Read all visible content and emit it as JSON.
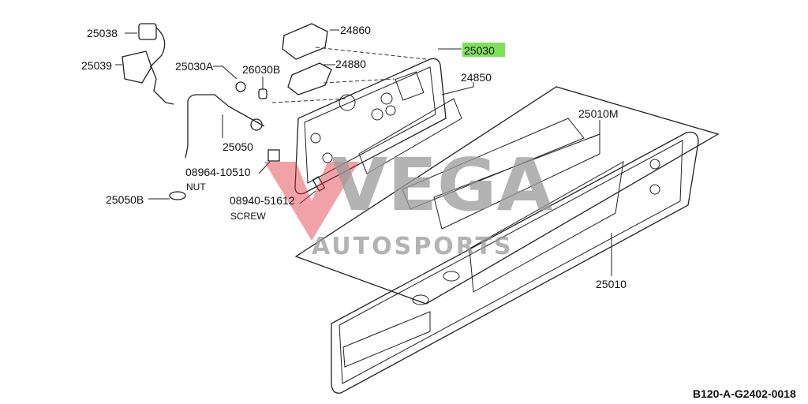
{
  "diagram": {
    "part_labels": {
      "p25038": "25038",
      "p25039": "25039",
      "p25030A": "25030A",
      "p26030B": "26030B",
      "p24860": "24860",
      "p24880": "24880",
      "p25030": "25030",
      "p24850": "24850",
      "p25010M": "25010M",
      "p25050": "25050",
      "p08964": "08964-10510",
      "nut": "NUT",
      "p25050B": "25050B",
      "p08940": "08940-51612",
      "screw": "SCREW",
      "p25010": "25010"
    },
    "highlighted_part": "25030",
    "highlight_color": "#7fe05a",
    "diagram_code": "B120-A-G2402-0018"
  },
  "watermark": {
    "brand": "VEGA",
    "tagline": "AUTOSPORTS",
    "logo_color": "#e0303a"
  }
}
